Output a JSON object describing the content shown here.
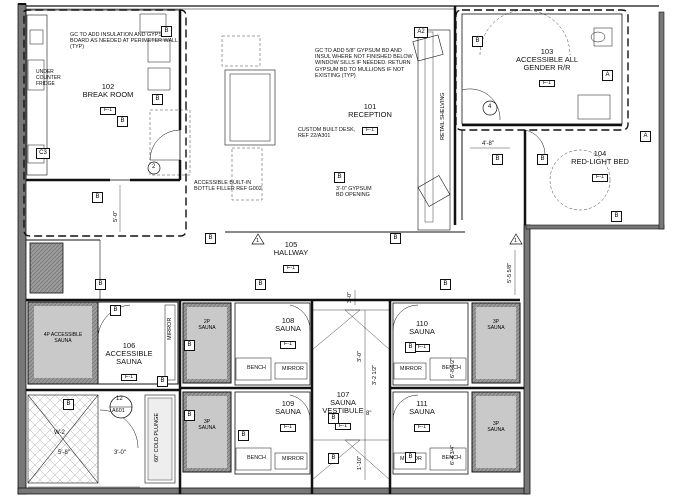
{
  "rooms": {
    "break_room": {
      "number": "102",
      "name": "BREAK ROOM",
      "tag": "F-1"
    },
    "reception": {
      "number": "101",
      "name": "RECEPTION",
      "tag": "F-1"
    },
    "restroom": {
      "number": "103",
      "name": "ACCESSIBLE ALL GENDER R/R",
      "tag": "F-1"
    },
    "red_light": {
      "number": "104",
      "name": "RED-LIGHT BED",
      "tag": "F-1"
    },
    "hallway": {
      "number": "105",
      "name": "HALLWAY",
      "tag": "F-1"
    },
    "acc_sauna": {
      "number": "106",
      "name": "ACCESSIBLE SAUNA",
      "tag": "F-1"
    },
    "vestibule": {
      "number": "107",
      "name": "SAUNA VESTIBULE",
      "tag": "F-1"
    },
    "sauna108": {
      "number": "108",
      "name": "SAUNA",
      "tag": "F-1"
    },
    "sauna109": {
      "number": "109",
      "name": "SAUNA",
      "tag": "F-1"
    },
    "sauna110": {
      "number": "110",
      "name": "SAUNA",
      "tag": "F-1"
    },
    "sauna111": {
      "number": "111",
      "name": "SAUNA",
      "tag": "F-1"
    }
  },
  "notes": {
    "insulation": "GC TO ADD INSULATION AND GYPSUM BOARD AS NEEDED AT PERIMETER WALL (TYP)",
    "gypsum_sills": "GC TO ADD 5/8\" GYPSUM BD AND INSUL WHERE NOT FINISHED BELOW WINDOW SILLS IF NEEDED. RETURN GYPSUM BD TO MULLIONS IF NOT EXISTING (TYP)",
    "custom_desk": "CUSTOM BUILT DESK, REF 22/A301",
    "bottle_filler": "ACCESSIBLE BUILT-IN BOTTLE FILLER REF G002",
    "gypsum_opening": "3'-0\" GYPSUM BD OPENING",
    "retail_shelving": "RETAIL SHELVING",
    "under_counter": "UNDER COUNTER FRIDGE",
    "mirror": "MIRROR",
    "bench": "BENCH",
    "cold_plunge": "60\" COLD PLUNGE",
    "acc_sauna_4p": "4P ACCESSIBLE SAUNA",
    "sauna_3p": "3P SAUNA",
    "sauna_2p": "2P SAUNA",
    "w2": "W-2"
  },
  "tags": {
    "b": "B",
    "a": "A",
    "a2": "A2",
    "c3": "C3",
    "n1": "1",
    "n2": "2",
    "n4": "4",
    "detail": "12",
    "detail_sheet": "A601"
  },
  "dims": {
    "d1": "4'-8\"",
    "d2": "5'-0\"",
    "d3": "5'-5 5/8\"",
    "d4": "3'-0\"",
    "d5": "3'-0\"",
    "d6": "3'-2 1/2\"",
    "d7": "6'-8 1/2\"",
    "d8": "6'-4 3/4\"",
    "d9": "1'-10\"",
    "d10": "3'-0\"",
    "d11": "5'-8\"",
    "d12": "3'-0\"",
    "d13": "8\""
  }
}
